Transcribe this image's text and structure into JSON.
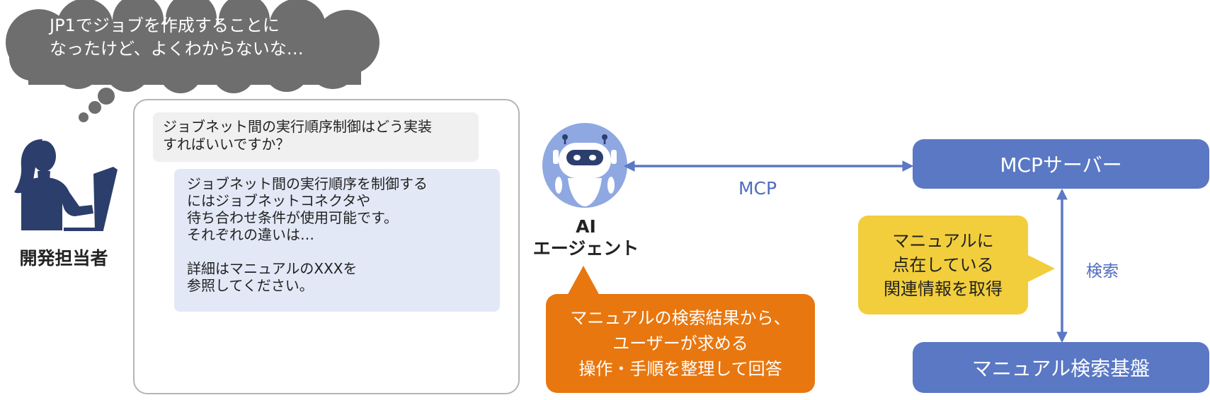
{
  "thought": {
    "text": "JP1でジョブを作成することに\nなったけど、よくわからないな…"
  },
  "developer": {
    "label": "開発担当者"
  },
  "chat": {
    "question": "ジョブネット間の実行順序制御はどう実装\nすればいいですか？",
    "answer": "ジョブネット間の実行順序を制御する\nにはジョブネットコネクタや\n待ち合わせ条件が使用可能です。\nそれぞれの違いは…\n\n詳細はマニュアルのXXXを\n参照してください。"
  },
  "agent": {
    "label": "AI\nエージェント",
    "orange_text": "マニュアルの検索結果から、\nユーザーが求める\n操作・手順を整理して回答"
  },
  "mcp": {
    "label": "MCP"
  },
  "server": {
    "label": "MCPサーバー"
  },
  "search": {
    "label": "検索",
    "yellow_text": "マニュアルに\n点在している\n関連情報を取得"
  },
  "base": {
    "label": "マニュアル検索基盤"
  },
  "colors": {
    "thought_cloud": "#6e6e6e",
    "developer": "#2c3e6c",
    "accent_blue": "#5a78c4",
    "question_bubble": "#f0f0f0",
    "answer_bubble": "#e2e8f6",
    "yellow": "#f2ce3c",
    "orange": "#e8770f"
  }
}
